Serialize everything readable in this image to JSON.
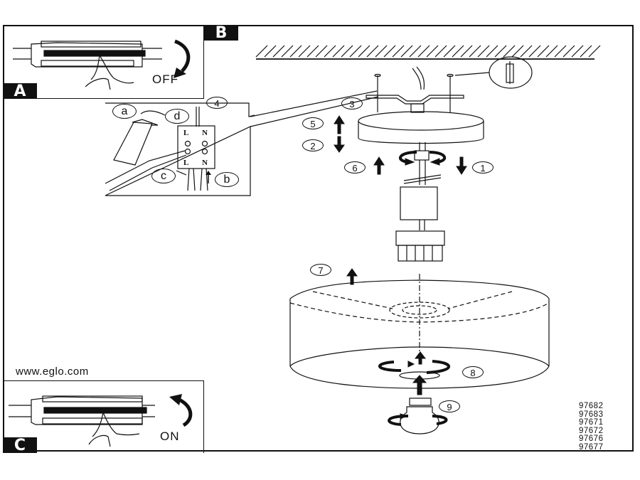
{
  "panels": {
    "a": {
      "badge": "A",
      "action": "OFF"
    },
    "b": {
      "badge": "B"
    },
    "c": {
      "badge": "C",
      "action": "ON"
    }
  },
  "website": "www.eglo.com",
  "steps": [
    "1",
    "2",
    "3",
    "4",
    "5",
    "6",
    "7",
    "8",
    "9"
  ],
  "wiring_detail": {
    "sub_steps": [
      "a",
      "b",
      "c",
      "d"
    ],
    "terminal_labels": [
      "L",
      "N"
    ]
  },
  "model_numbers": [
    "97682",
    "97683",
    "97671",
    "97672",
    "97676",
    "97677"
  ],
  "colors": {
    "ink": "#111111",
    "paper": "#ffffff"
  }
}
